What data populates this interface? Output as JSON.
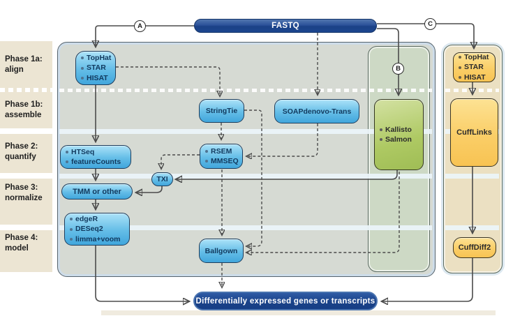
{
  "fastq": {
    "label": "FASTQ"
  },
  "markers": {
    "a": "A",
    "b": "B",
    "c": "C"
  },
  "phases": [
    {
      "title": "Phase 1a:",
      "subtitle": "align"
    },
    {
      "title": "Phase 1b:",
      "subtitle": "assemble"
    },
    {
      "title": "Phase 2:",
      "subtitle": "quantify"
    },
    {
      "title": "Phase 3:",
      "subtitle": "normalize"
    },
    {
      "title": "Phase 4:",
      "subtitle": "model"
    }
  ],
  "nodes": {
    "align_tools": {
      "items": [
        "TopHat",
        "STAR",
        "HISAT"
      ]
    },
    "stringtie": {
      "label": "StringTie"
    },
    "soapdenovo": {
      "label": "SOAPdenovo-Trans"
    },
    "count_tools": {
      "items": [
        "HTSeq",
        "featureCounts"
      ]
    },
    "isoform_tools": {
      "items": [
        "RSEM",
        "MMSEQ"
      ]
    },
    "txi": {
      "label": "TXI"
    },
    "normalize": {
      "label": "TMM or other"
    },
    "model_tools": {
      "items": [
        "edgeR",
        "DESeq2",
        "limma+voom"
      ]
    },
    "ballgown": {
      "label": "Ballgown"
    },
    "pseudoalign_tools": {
      "items": [
        "Kallisto",
        "Salmon"
      ]
    },
    "cuff_align_tools": {
      "items": [
        "TopHat",
        "STAR",
        "HISAT"
      ]
    },
    "cufflinks": {
      "label": "CuffLinks"
    },
    "cuffdiff2": {
      "label": "CuffDiff2"
    },
    "output": {
      "label": "Differentially expressed genes or transcripts"
    }
  },
  "colors": {
    "navy_pill": "#1a4186",
    "cyan_box": "#64bde7",
    "green_box": "#aec963",
    "yellow_box": "#face67",
    "main_panel": "#d6dad3",
    "green_column": "#cdd9c5",
    "tan_column": "#ebe0c2",
    "label_beige": "#ece5d3",
    "arrow": "#4b4b4b"
  }
}
